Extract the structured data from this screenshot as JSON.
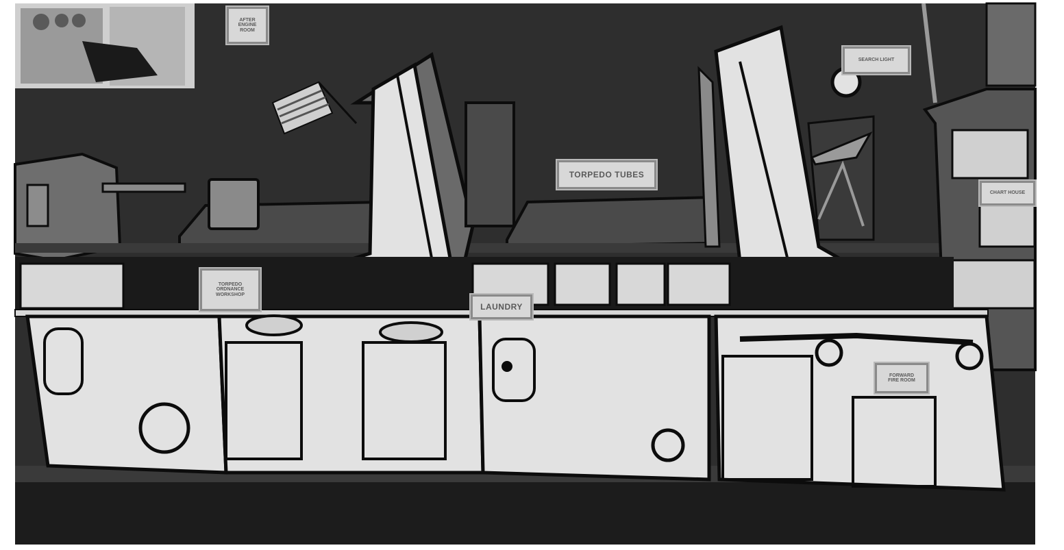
{
  "labels": {
    "after_engine_room": [
      "AFTER",
      "ENGINE",
      "ROOM"
    ],
    "torpedo_tubes": "TORPEDO TUBES",
    "search_light": "SEARCH LIGHT",
    "torpedo_ordnance_workshop": [
      "TORPEDO",
      "ORDNANCE",
      "WORKSHOP"
    ],
    "laundry": "LAUNDRY",
    "forward_fire_room": [
      "FORWARD",
      "FIRE ROOM"
    ],
    "chart_house": "CHART HOUSE"
  },
  "colors": {
    "wall": "#2e2e2e",
    "floor": "#1f1f1f",
    "line_art": "#e2e2e2",
    "outline": "#0c0c0c",
    "mid_gray": "#8c8c8c"
  }
}
